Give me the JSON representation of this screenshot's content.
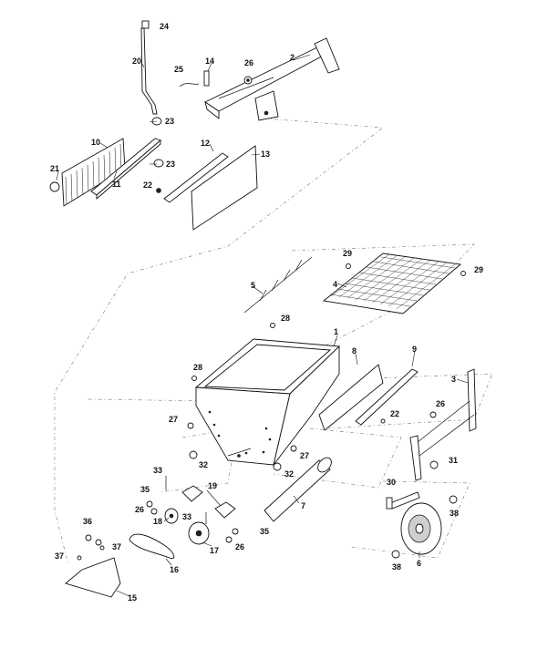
{
  "diagram": {
    "callouts": [
      "1",
      "2",
      "3",
      "4",
      "5",
      "6",
      "7",
      "8",
      "9",
      "10",
      "11",
      "12",
      "13",
      "14",
      "15",
      "16",
      "17",
      "18",
      "19",
      "20",
      "21",
      "22",
      "23",
      "24",
      "25",
      "26",
      "27",
      "28",
      "29",
      "30",
      "31",
      "32",
      "33",
      "35",
      "36",
      "37",
      "38"
    ]
  }
}
